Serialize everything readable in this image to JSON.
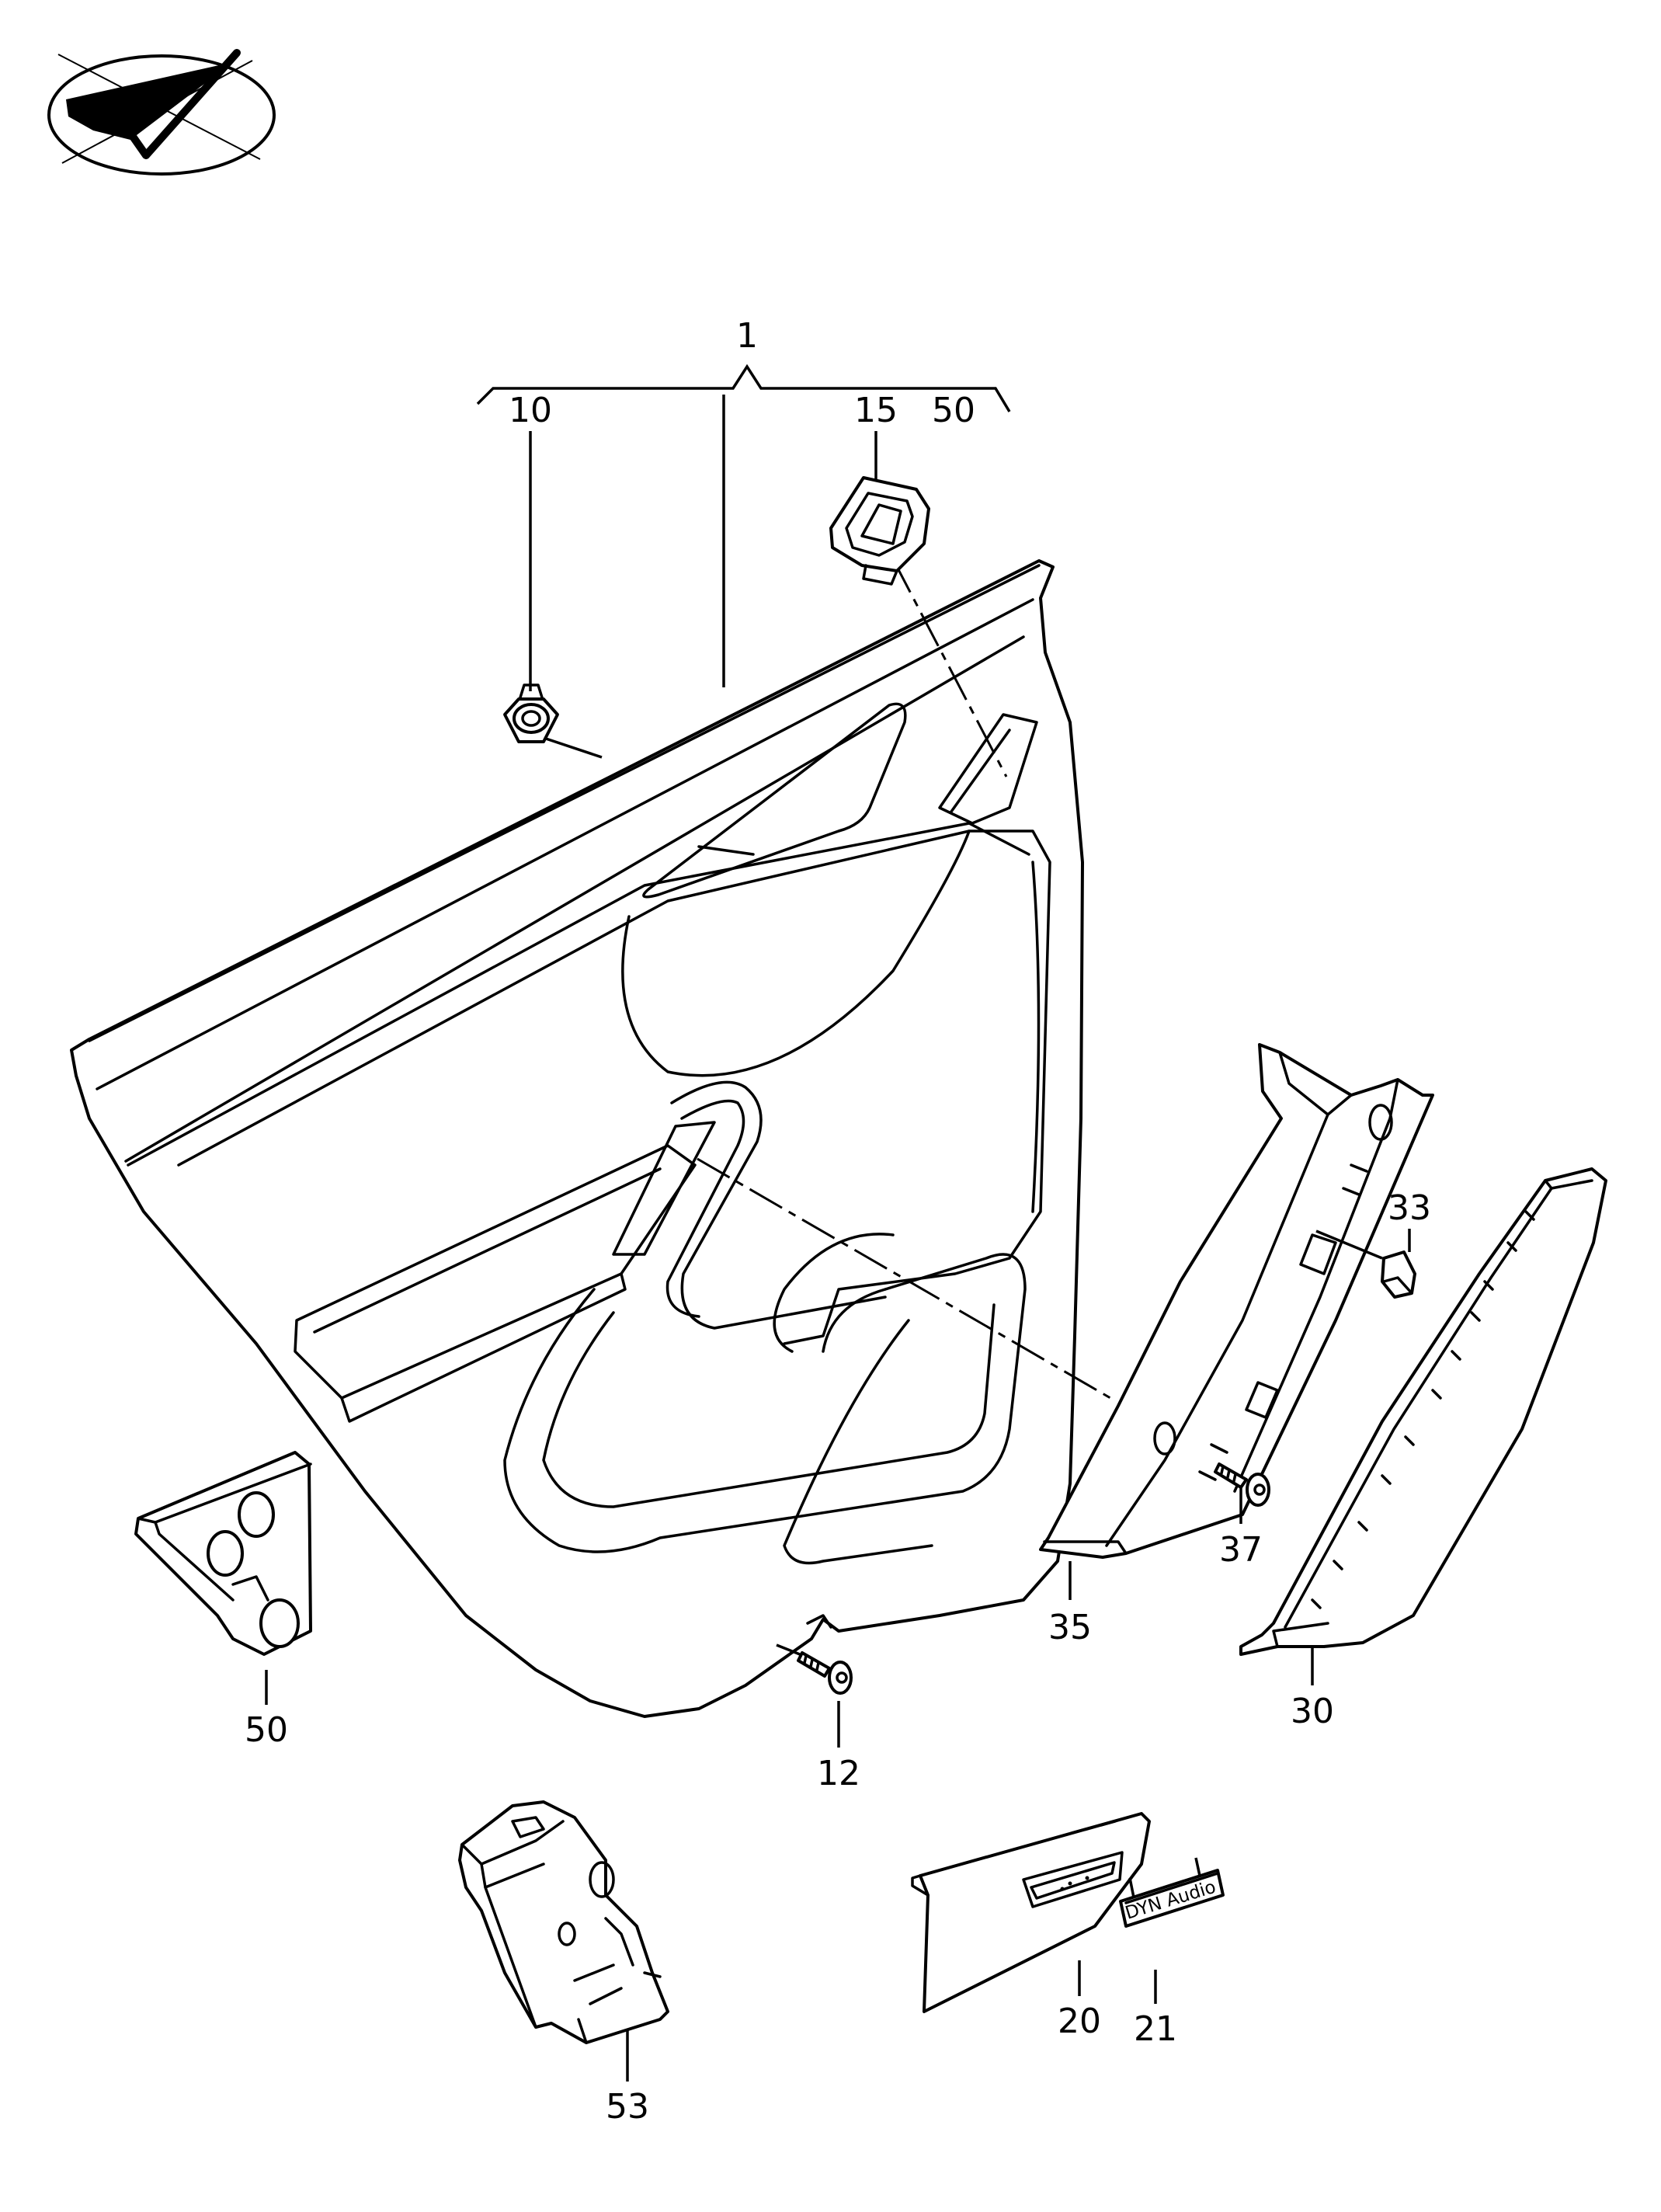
{
  "callouts": {
    "c1": "1",
    "c10": "10",
    "c15": "15",
    "c50_top": "50",
    "c33": "33",
    "c37": "37",
    "c35": "35",
    "c30": "30",
    "c50": "50",
    "c12": "12",
    "c20": "20",
    "c21": "21",
    "c53": "53"
  },
  "badge_text": "DYN Audio",
  "icons": {
    "logo": "paper-plane-check-icon"
  }
}
